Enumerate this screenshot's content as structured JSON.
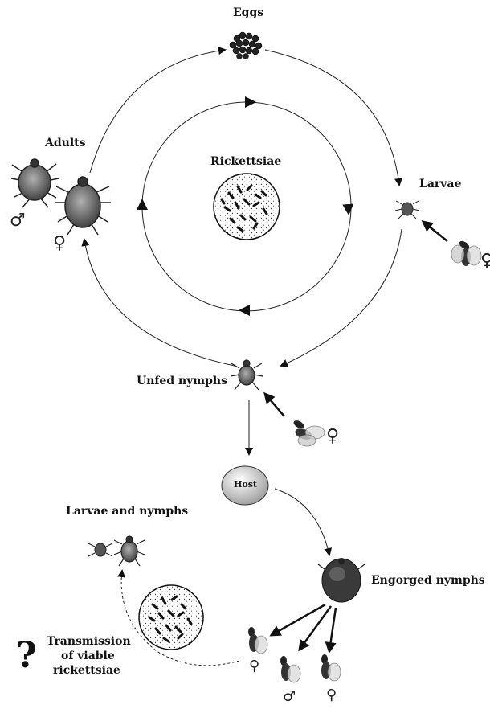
{
  "labels": {
    "eggs": "Eggs",
    "adults": "Adults",
    "rickettsiae": "Rickettsiae",
    "larvae": "Larvae",
    "unfed_nymphs": "Unfed nymphs",
    "host": "Host",
    "larvae_and_nymphs": "Larvae and  nymphs",
    "engorged_nymphs": "Engorged nymphs",
    "transmission_line1": "Transmission",
    "transmission_line2": "of viable",
    "transmission_line3": "rickettsiae",
    "question_mark": "?"
  },
  "symbols": {
    "male": "♂",
    "female": "♀"
  },
  "icons": [
    "egg-cluster-icon",
    "tick-icon",
    "fly-icon",
    "rickettsiae-cell-icon"
  ]
}
